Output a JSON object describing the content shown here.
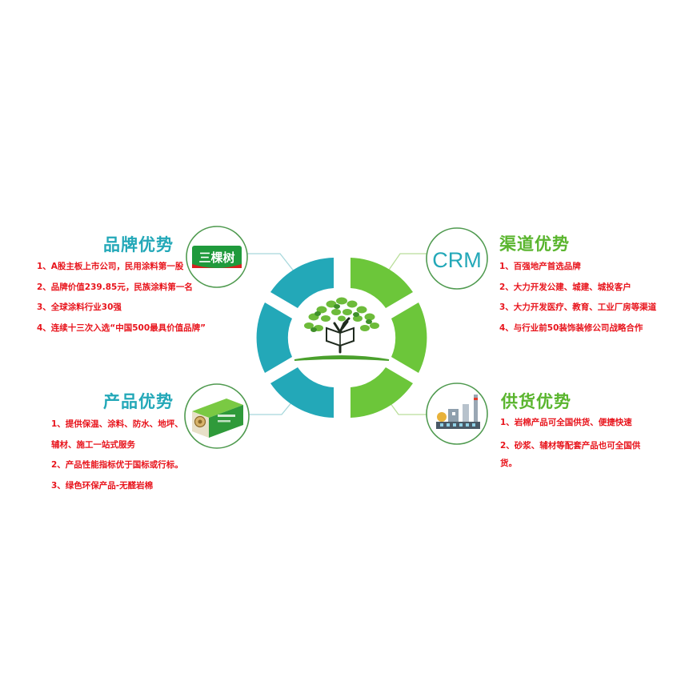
{
  "sections": {
    "brand": {
      "title": "品牌优势",
      "logo_text": "三棵树",
      "items": [
        "1、A股主板上市公司，民用涂料第一股",
        "2、品牌价值239.85元，民族涂料第一名",
        "3、全球涂料行业30强",
        "4、连续十三次入选“中国500最具价值品牌”"
      ]
    },
    "channel": {
      "title": "渠道优势",
      "logo_text": "CRM",
      "items": [
        "1、百强地产首选品牌",
        "2、大力开发公建、城建、城投客户",
        "3、大力开发医疗、教育、工业厂房等渠道",
        "4、与行业前50装饰装修公司战略合作"
      ]
    },
    "product": {
      "title": "产品优势",
      "items": [
        "1、提供保温、涂料、防水、地坪、",
        "辅材、施工一站式服务",
        "2、产品性能指标优于国标或行标。",
        "3、绿色环保产品-无醛岩棉"
      ]
    },
    "supply": {
      "title": "供货优势",
      "items": [
        "1、岩棉产品可全国供货、便捷快速",
        "2、砂浆、辅材等配套产品也可全国供货。"
      ]
    }
  },
  "colors": {
    "teal": "#23a8b8",
    "green": "#5ab52e",
    "red_text": "#e8141c",
    "badge_border": "#4f9a4f"
  },
  "icons": {
    "center": "tree-book-icon",
    "brand": "sankeshu-logo-icon",
    "channel": "crm-text-icon",
    "product": "rockwool-package-icon",
    "supply": "factory-icon"
  }
}
